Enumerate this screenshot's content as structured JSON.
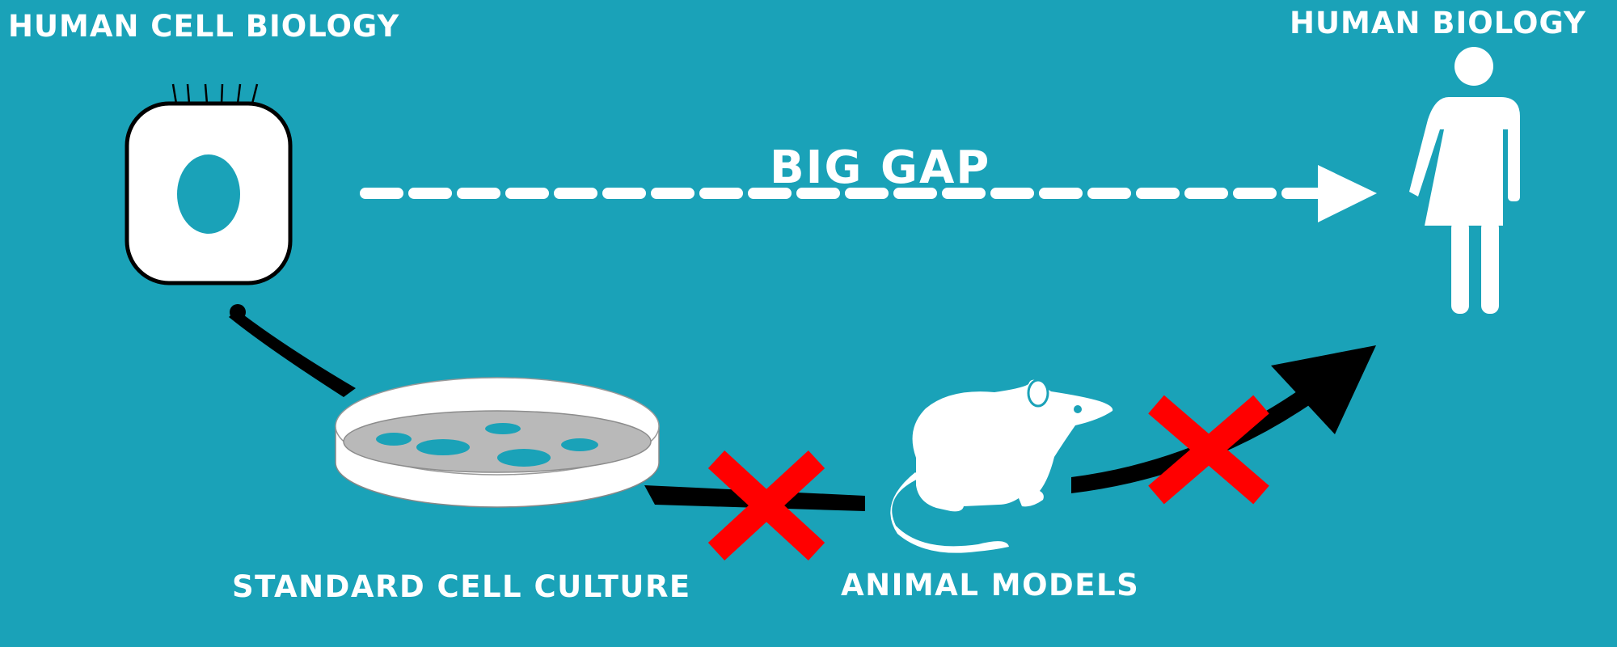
{
  "labels": {
    "human_cell_biology": "HUMAN CELL BIOLOGY",
    "human_biology": "HUMAN BIOLOGY",
    "big_gap": "BIG GAP",
    "standard_cell_culture": "STANDARD CELL CULTURE",
    "animal_models": "ANIMAL MODELS"
  },
  "colors": {
    "background": "#1aa2b8",
    "foreground": "#ffffff",
    "arrow": "#000000",
    "cross": "#ff0000",
    "dish_inner": "#b9b9b9"
  },
  "icons": {
    "cell": "human-cell-icon",
    "human": "human-figure-icon",
    "dish": "petri-dish-icon",
    "animal": "rat-icon",
    "blocked": "red-x-icon"
  }
}
